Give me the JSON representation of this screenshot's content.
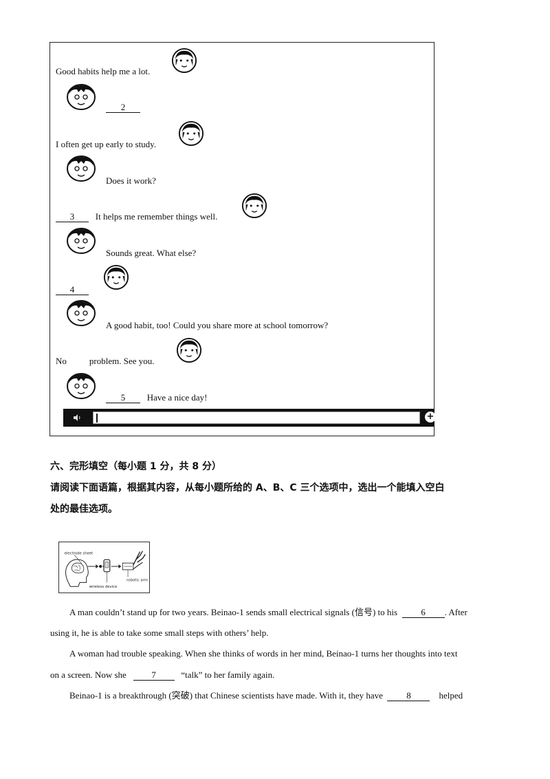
{
  "chat": {
    "line1": "Good habits help me a lot.",
    "blank2": "2",
    "line3": "I often get up early to study.",
    "line4": "Does it work?",
    "blank3": "3",
    "line5": "It helps me remember things well.",
    "line6": "Sounds great. What else?",
    "blank4": "4",
    "line7": "A good habit, too! Could you share more at school tomorrow?",
    "line8a": "No",
    "line8b": "problem. See you.",
    "blank5": "5",
    "line9": "Have a nice day!"
  },
  "section": {
    "title": "六、完形填空（每小题 1 分，共 8 分）",
    "instruction_1": "请阅读下面语篇，根据其内容，从每小题所给的 A、B、C 三个选项中，选出一个能填入空白",
    "instruction_2": "处的最佳选项。"
  },
  "diagram": {
    "label_top": "electrode sheet",
    "label_wireless": "wireless device",
    "label_arm": "robotic arm"
  },
  "passage": {
    "p1_a": "A man couldn’t stand up for two years. Beinao-1 sends small electrical signals (信号) to his",
    "blank6": "6",
    "p1_b": ". After",
    "p1_c": "using it, he is able to take some small steps with others’ help.",
    "p2_a": "A woman had trouble speaking. When she thinks of words in her mind, Beinao-1 turns her thoughts into text",
    "p2_b": "on a screen. Now she",
    "blank7": "7",
    "p2_c": "“talk” to her family again.",
    "p3_a": "Beinao-1 is a breakthrough (突破) that Chinese scientists have made. With it, they have",
    "blank8": "8",
    "p3_b": "helped"
  }
}
